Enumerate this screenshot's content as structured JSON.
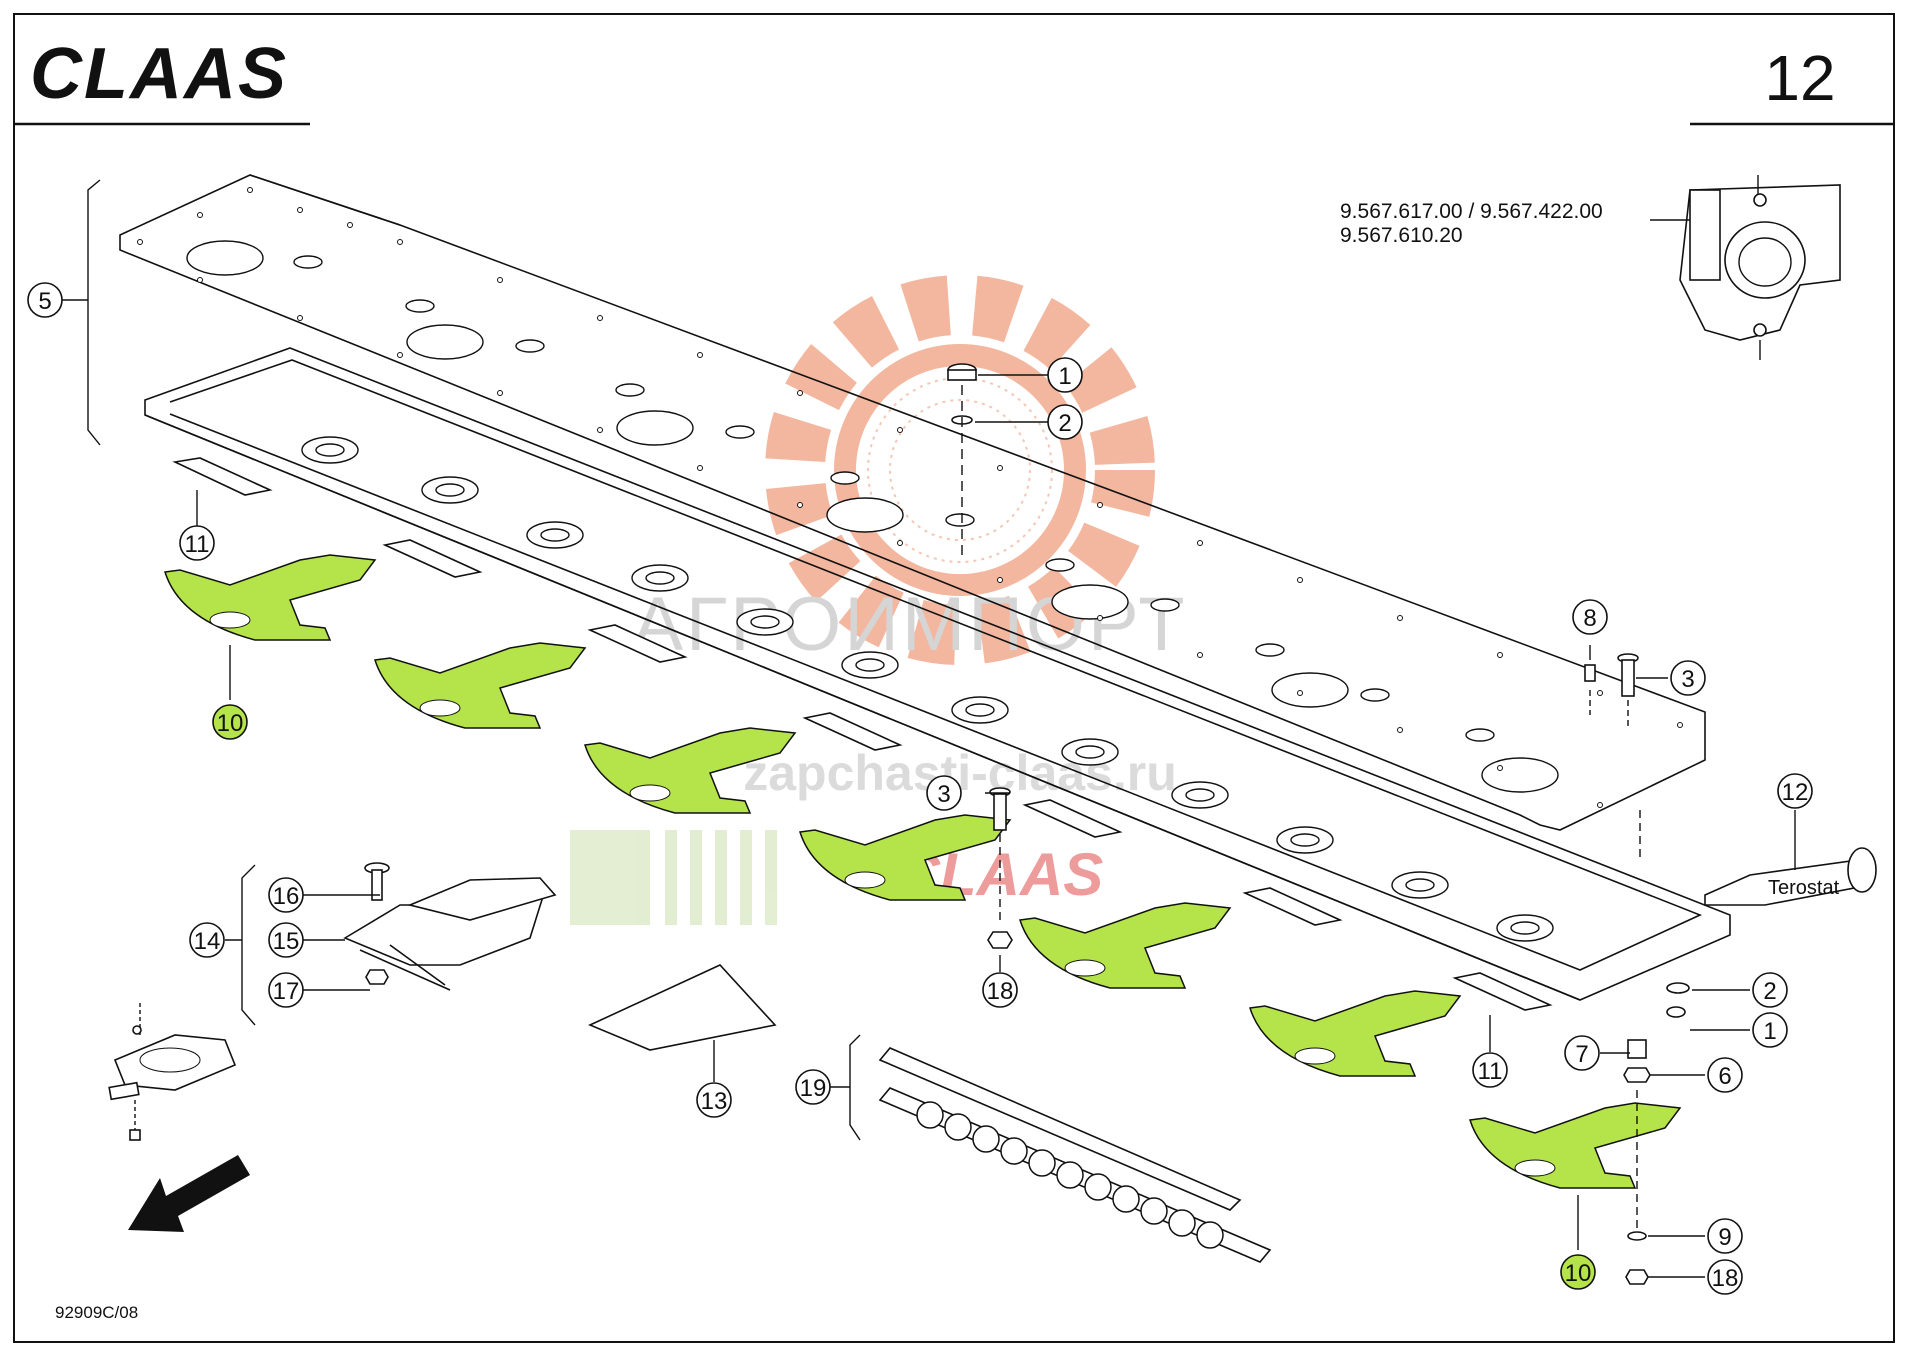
{
  "header": {
    "brand_logo": "CLAAS",
    "page_number": "12"
  },
  "reference": {
    "line1": "9.567.617.00 / 9.567.422.00",
    "line2": "9.567.610.20"
  },
  "tube_label": "Terostat",
  "watermark": {
    "text_main": "АГРОИМПОРТ",
    "text_url": "zapchasti-claas.ru",
    "text_logo": "CLAAS",
    "colors": {
      "gear": "#f0a080",
      "text": "#c8c8c8",
      "logo_red": "#e87a7a",
      "logo_green": "#d9e8c4"
    }
  },
  "footer": {
    "drawing_code": "92909C/08"
  },
  "colors": {
    "highlight": "#b5e34a",
    "line": "#111111"
  },
  "callouts": [
    {
      "id": "c1a",
      "num": "1",
      "hl": false
    },
    {
      "id": "c2a",
      "num": "2",
      "hl": false
    },
    {
      "id": "c5",
      "num": "5",
      "hl": false
    },
    {
      "id": "c11a",
      "num": "11",
      "hl": false
    },
    {
      "id": "c10a",
      "num": "10",
      "hl": true
    },
    {
      "id": "c8",
      "num": "8",
      "hl": false
    },
    {
      "id": "c3a",
      "num": "3",
      "hl": false
    },
    {
      "id": "c3b",
      "num": "3",
      "hl": false
    },
    {
      "id": "c12",
      "num": "12",
      "hl": false
    },
    {
      "id": "c16",
      "num": "16",
      "hl": false
    },
    {
      "id": "c14",
      "num": "14",
      "hl": false
    },
    {
      "id": "c15",
      "num": "15",
      "hl": false
    },
    {
      "id": "c17",
      "num": "17",
      "hl": false
    },
    {
      "id": "c18a",
      "num": "18",
      "hl": false
    },
    {
      "id": "c2b",
      "num": "2",
      "hl": false
    },
    {
      "id": "c1b",
      "num": "1",
      "hl": false
    },
    {
      "id": "c11b",
      "num": "11",
      "hl": false
    },
    {
      "id": "c7",
      "num": "7",
      "hl": false
    },
    {
      "id": "c6",
      "num": "6",
      "hl": false
    },
    {
      "id": "c13",
      "num": "13",
      "hl": false
    },
    {
      "id": "c19",
      "num": "19",
      "hl": false
    },
    {
      "id": "c9",
      "num": "9",
      "hl": false
    },
    {
      "id": "c10b",
      "num": "10",
      "hl": true
    },
    {
      "id": "c18b",
      "num": "18",
      "hl": false
    }
  ],
  "icons": {
    "direction_arrow": "travel-direction-arrow-icon",
    "watermark_gear": "gear-icon"
  }
}
